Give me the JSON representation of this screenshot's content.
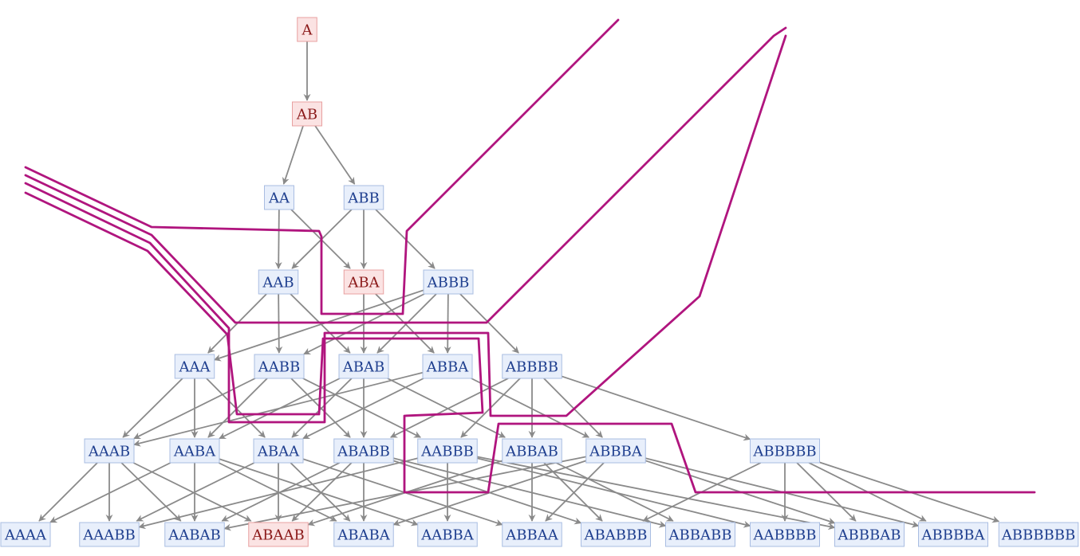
{
  "colors": {
    "node_fill": "#e8effb",
    "node_stroke": "#a9bde2",
    "node_text": "#1f3f8f",
    "highlight_fill": "#fbe3e3",
    "highlight_stroke": "#e8a0a0",
    "highlight_text": "#8b1a1a",
    "edge": "#8a8a8a",
    "cut_line": "#b0157e"
  },
  "nodes": [
    {
      "id": "A",
      "label": "A",
      "highlight": true
    },
    {
      "id": "AB",
      "label": "AB",
      "highlight": true
    },
    {
      "id": "AA",
      "label": "AA",
      "highlight": false
    },
    {
      "id": "ABB",
      "label": "ABB",
      "highlight": false
    },
    {
      "id": "AAB",
      "label": "AAB",
      "highlight": false
    },
    {
      "id": "ABA",
      "label": "ABA",
      "highlight": true
    },
    {
      "id": "ABBB",
      "label": "ABBB",
      "highlight": false
    },
    {
      "id": "AAA",
      "label": "AAA",
      "highlight": false
    },
    {
      "id": "AABB",
      "label": "AABB",
      "highlight": false
    },
    {
      "id": "ABAB",
      "label": "ABAB",
      "highlight": false
    },
    {
      "id": "ABBA",
      "label": "ABBA",
      "highlight": false
    },
    {
      "id": "ABBBB",
      "label": "ABBBB",
      "highlight": false
    },
    {
      "id": "AAAB",
      "label": "AAAB",
      "highlight": false
    },
    {
      "id": "AABA",
      "label": "AABA",
      "highlight": false
    },
    {
      "id": "ABAA",
      "label": "ABAA",
      "highlight": false
    },
    {
      "id": "ABABB",
      "label": "ABABB",
      "highlight": false
    },
    {
      "id": "AABBB",
      "label": "AABBB",
      "highlight": false
    },
    {
      "id": "ABBAB",
      "label": "ABBAB",
      "highlight": false
    },
    {
      "id": "ABBBA",
      "label": "ABBBA",
      "highlight": false
    },
    {
      "id": "ABBBBB",
      "label": "ABBBBB",
      "highlight": false
    },
    {
      "id": "AAAA",
      "label": "AAAA",
      "highlight": false
    },
    {
      "id": "AAABB",
      "label": "AAABB",
      "highlight": false
    },
    {
      "id": "AABAB",
      "label": "AABAB",
      "highlight": false
    },
    {
      "id": "ABAAB",
      "label": "ABAAB",
      "highlight": true
    },
    {
      "id": "ABABA",
      "label": "ABABA",
      "highlight": false
    },
    {
      "id": "AABBA",
      "label": "AABBA",
      "highlight": false
    },
    {
      "id": "ABBAA",
      "label": "ABBAA",
      "highlight": false
    },
    {
      "id": "ABABBB",
      "label": "ABABBB",
      "highlight": false
    },
    {
      "id": "ABBABB",
      "label": "ABBABB",
      "highlight": false
    },
    {
      "id": "AABBBB",
      "label": "AABBBB",
      "highlight": false
    },
    {
      "id": "ABBBAB",
      "label": "ABBBAB",
      "highlight": false
    },
    {
      "id": "ABBBBA",
      "label": "ABBBBA",
      "highlight": false
    },
    {
      "id": "ABBBBBB",
      "label": "ABBBBBB",
      "highlight": false
    }
  ],
  "edges": [
    [
      "A",
      "AB"
    ],
    [
      "AB",
      "AA"
    ],
    [
      "AB",
      "ABB"
    ],
    [
      "AA",
      "AAB"
    ],
    [
      "AA",
      "ABA"
    ],
    [
      "ABB",
      "AAB"
    ],
    [
      "ABB",
      "ABA"
    ],
    [
      "ABB",
      "ABBB"
    ],
    [
      "AAB",
      "AAA"
    ],
    [
      "AAB",
      "AABB"
    ],
    [
      "AAB",
      "ABAB"
    ],
    [
      "ABA",
      "ABAB"
    ],
    [
      "ABA",
      "ABBA"
    ],
    [
      "ABBB",
      "AAA"
    ],
    [
      "ABBB",
      "AABB"
    ],
    [
      "ABBB",
      "ABAB"
    ],
    [
      "ABBB",
      "ABBA"
    ],
    [
      "ABBB",
      "ABBBB"
    ],
    [
      "AAA",
      "AAAB"
    ],
    [
      "AAA",
      "AABA"
    ],
    [
      "AAA",
      "ABAA"
    ],
    [
      "AABB",
      "AAAB"
    ],
    [
      "AABB",
      "AABA"
    ],
    [
      "AABB",
      "ABABB"
    ],
    [
      "AABB",
      "AABBB"
    ],
    [
      "ABAB",
      "AABA"
    ],
    [
      "ABAB",
      "ABAA"
    ],
    [
      "ABAB",
      "ABABB"
    ],
    [
      "ABAB",
      "ABBAB"
    ],
    [
      "ABBA",
      "AAAB"
    ],
    [
      "ABBA",
      "ABAA"
    ],
    [
      "ABBA",
      "ABBBA"
    ],
    [
      "ABBBB",
      "AABBB"
    ],
    [
      "ABBBB",
      "ABBAB"
    ],
    [
      "ABBBB",
      "ABBBA"
    ],
    [
      "ABBBB",
      "ABBBBB"
    ],
    [
      "ABBBB",
      "ABABB"
    ],
    [
      "AAAB",
      "AAAA"
    ],
    [
      "AAAB",
      "AAABB"
    ],
    [
      "AAAB",
      "AABAB"
    ],
    [
      "AAAB",
      "ABAAB"
    ],
    [
      "AABA",
      "AABAB"
    ],
    [
      "AABA",
      "ABABA"
    ],
    [
      "AABA",
      "AABBA"
    ],
    [
      "AABA",
      "AAAA"
    ],
    [
      "ABAA",
      "ABAAB"
    ],
    [
      "ABAA",
      "ABBAA"
    ],
    [
      "ABAA",
      "ABABA"
    ],
    [
      "ABAA",
      "AAABB"
    ],
    [
      "ABABB",
      "AABAB"
    ],
    [
      "ABABB",
      "ABAAB"
    ],
    [
      "ABABB",
      "ABABBB"
    ],
    [
      "ABABB",
      "ABBABB"
    ],
    [
      "ABABB",
      "ABABA"
    ],
    [
      "AABBB",
      "AAABB"
    ],
    [
      "AABBB",
      "AABBA"
    ],
    [
      "AABBB",
      "AABBBB"
    ],
    [
      "AABBB",
      "ABBBAB"
    ],
    [
      "ABBAB",
      "ABBAA"
    ],
    [
      "ABBAB",
      "ABABBB"
    ],
    [
      "ABBAB",
      "ABBABB"
    ],
    [
      "ABBAB",
      "ABAAB"
    ],
    [
      "ABBBA",
      "ABBAA"
    ],
    [
      "ABBBA",
      "ABBBAB"
    ],
    [
      "ABBBA",
      "ABBBBA"
    ],
    [
      "ABBBA",
      "AABAB"
    ],
    [
      "ABBBA",
      "ABABA"
    ],
    [
      "ABBBBB",
      "ABABBB"
    ],
    [
      "ABBBBB",
      "AABBBB"
    ],
    [
      "ABBBBB",
      "ABBBAB"
    ],
    [
      "ABBBBB",
      "ABBBBA"
    ],
    [
      "ABBBBB",
      "ABBBBBB"
    ]
  ]
}
